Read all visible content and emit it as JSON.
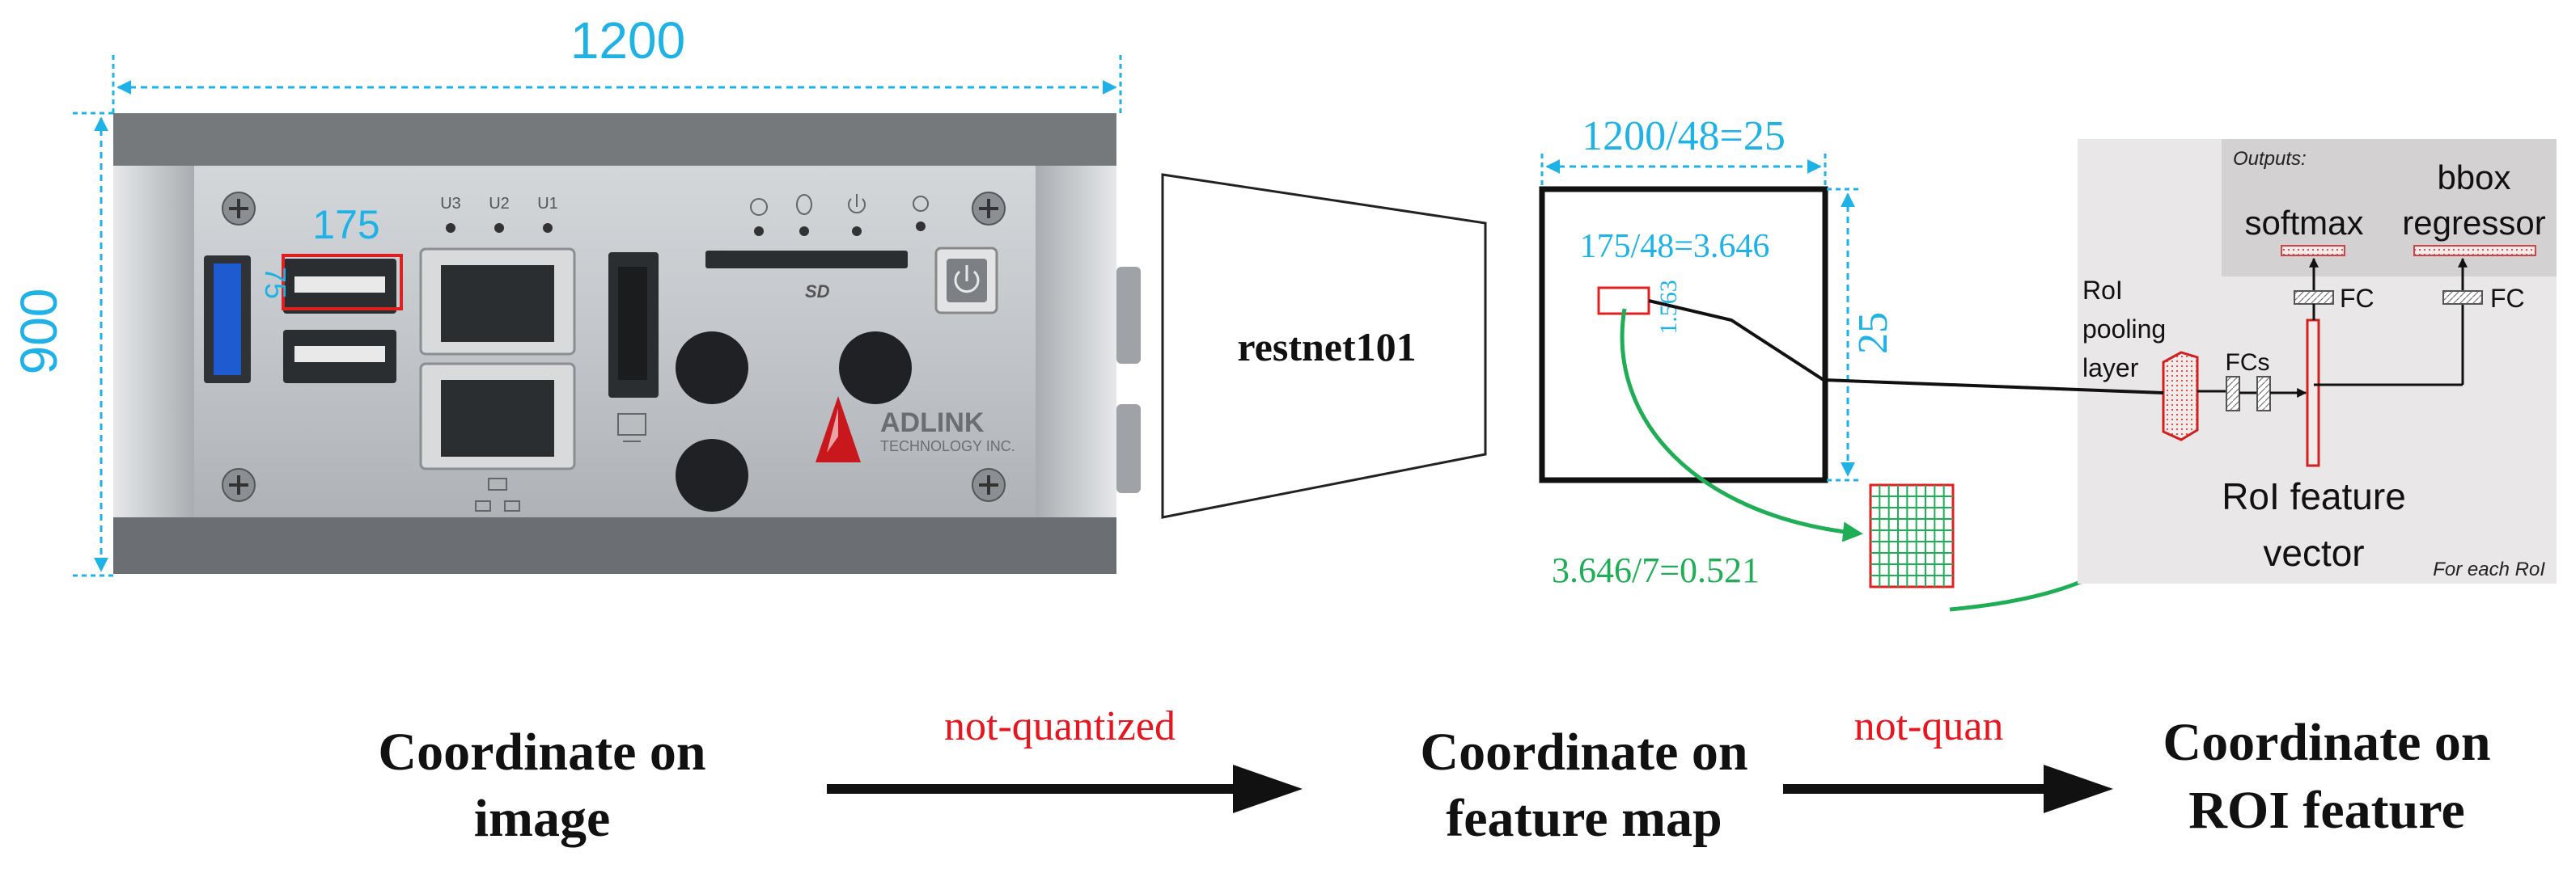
{
  "device": {
    "width_label": "1200",
    "height_label": "900",
    "roi_width_label": "175",
    "roi_height_label": "75",
    "port_labels": [
      "U3",
      "U2",
      "U1"
    ],
    "brand_name": "ADLINK",
    "brand_sub": "TECHNOLOGY INC.",
    "sd_label": "SD"
  },
  "backbone": {
    "label": "restnet101"
  },
  "feature_map": {
    "width_label": "1200/48=25",
    "height_label": "25",
    "roi_width_label": "175/48=3.646",
    "roi_height_label": "1.563",
    "bin_label": "3.646/7=0.521"
  },
  "roi_head": {
    "outputs_label": "Outputs:",
    "softmax_label": "softmax",
    "bbox_label": "bbox",
    "regressor_label": "regressor",
    "fc_label_left": "FC",
    "fc_label_right": "FC",
    "fcs_label": "FCs",
    "pool_line1": "RoI",
    "pool_line2": "pooling",
    "pool_line3": "layer",
    "vector_line1": "RoI feature",
    "vector_line2": "vector",
    "for_each_label": "For each RoI"
  },
  "bottom": {
    "stage1_line1": "Coordinate on",
    "stage1_line2": "image",
    "arrow1_label": "not-quantized",
    "stage2_line1": "Coordinate on",
    "stage2_line2": "feature map",
    "arrow2_label": "not-quan",
    "stage3_line1": "Coordinate on",
    "stage3_line2": "ROI feature"
  },
  "colors": {
    "dimension": "#1fb2e6",
    "roi_box": "#e02020",
    "green_arrow": "#1fae55",
    "quant_label": "#e8141e",
    "panel_bg": "#e9e7e7",
    "output_bg": "#d3d1d1",
    "device_body": "#b8bcc0",
    "device_dark": "#6b6f73"
  }
}
